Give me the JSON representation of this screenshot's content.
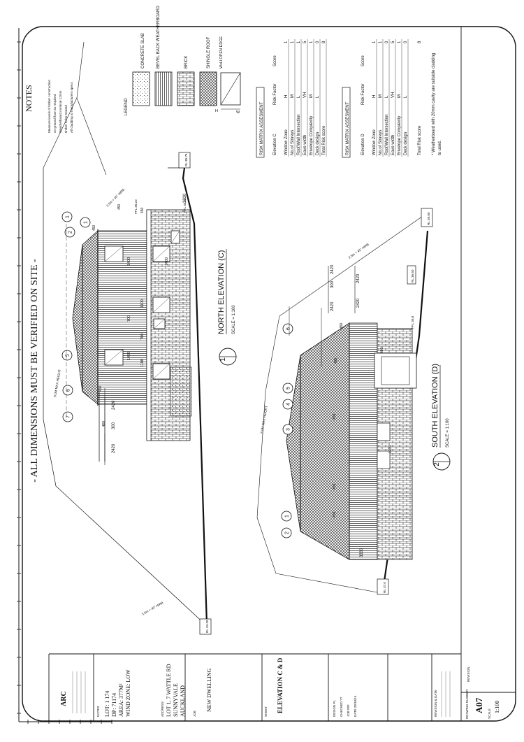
{
  "banner": "- ALL DIMENSIONS MUST BE VERIFIED ON SITE -",
  "notes": {
    "heading": "NOTES",
    "lines": [
      "Measure levels of timber construction",
      "on ground floor as required",
      "Weatherboard nominal 12mm",
      "timber to be treated",
      "All cladding to manufacturers specs"
    ]
  },
  "legend": {
    "heading": "LEGEND",
    "items": [
      {
        "label": "CONCRETE SLAB",
        "pattern": "dots"
      },
      {
        "label": "BEVEL BACK WEATHERBOARD",
        "pattern": "lines"
      },
      {
        "label": "BRICK",
        "pattern": "brick"
      },
      {
        "label": "SHINGLE ROOF",
        "pattern": "shingle"
      }
    ],
    "window_label": "WxH OPEN EDGE",
    "h_label": "H",
    "w_label": "W"
  },
  "risk_c": {
    "title": "RISK MATRIX ASSESMENT",
    "elevation": "Elevation  C",
    "col_factor": "Risk Factor",
    "col_score": "Score",
    "rows": [
      {
        "name": "Window Zone",
        "factor": "H",
        "score": "1"
      },
      {
        "name": "No.of Storeys",
        "factor": "M",
        "score": "1"
      },
      {
        "name": "Roof/Wall Intersection",
        "factor": "L",
        "score": "1"
      },
      {
        "name": "Eave width",
        "factor": "VH",
        "score": "5"
      },
      {
        "name": "Envelope Complexity",
        "factor": "M",
        "score": "1"
      },
      {
        "name": "Deck design",
        "factor": "L",
        "score": "0"
      },
      {
        "name": "Total Risk score",
        "factor": "",
        "score": "8"
      }
    ]
  },
  "risk_d": {
    "title": "RISK MATRIX ASSESMENT",
    "elevation": "Elevation  D",
    "col_factor": "Risk Factor",
    "col_score": "Score",
    "rows": [
      {
        "name": "Window Zone",
        "factor": "H",
        "score": "1"
      },
      {
        "name": "No.of Storeys",
        "factor": "M",
        "score": "1"
      },
      {
        "name": "Roof/Wall Intersection",
        "factor": "L",
        "score": "0"
      },
      {
        "name": "Eave width",
        "factor": "VH",
        "score": "5"
      },
      {
        "name": "Envelope Complexity",
        "factor": "M",
        "score": "1"
      },
      {
        "name": "Deck design",
        "factor": "L",
        "score": "0"
      }
    ],
    "total_label": "Total Risk score",
    "total_score": "8",
    "footnote1": "* Weatherboard  with 20mm  cavity are suitable cladding",
    "footnote2": "to used."
  },
  "north": {
    "number": "1",
    "title": "NORTH  ELEVATION (C)",
    "scale": "SCALE =   1:100",
    "max_height": "8.0M MAX HEIGHT",
    "dims_bottom": [
      "2420",
      "300",
      "2420"
    ],
    "dims_top": [
      "2420",
      "300",
      "2420"
    ],
    "dim_3330": "3330",
    "ffl_1": "FFL 36.22",
    "ffl_2": "FFL 34.50",
    "rl_top": "RL 38.75",
    "rl_bottom": "RL 34.20",
    "win_labels": [
      "1400",
      "700",
      "1400",
      "1100",
      "700",
      "1100",
      "1400"
    ],
    "eave": [
      "450",
      "450",
      "450",
      "450",
      "450"
    ],
    "angle": "3.5m + 45° HIRB",
    "angle2": "2.5m + 45° HIRB",
    "grids": [
      "1",
      "2",
      "1",
      "5",
      "6",
      "7"
    ]
  },
  "south": {
    "number": "2",
    "title": "SOUTH  ELEVATION (D)",
    "scale": "SCALE =   1:100",
    "max_height": "8.0M MAX HEIGHT",
    "dims": [
      "2420",
      "300",
      "2420"
    ],
    "dim_3330": "3330",
    "ffl": "FFL 35.8",
    "rl_1": "RL 39.00",
    "rl_2": "RL 36.50",
    "rl_3": "RL 37.0",
    "eave": [
      "450",
      "450",
      "450",
      "450",
      "450",
      "450"
    ],
    "angle": "2.5m + 45° HIRB",
    "grids": [
      "1",
      "2",
      "3",
      "4",
      "5",
      "6"
    ],
    "win_1200": "1200"
  },
  "title_block": {
    "lot_label": "NOTES",
    "lot": "LOT: 1 174",
    "dp": "DP: 71174",
    "area": "AREA: 377M²",
    "wind": "WIND ZONE: LOW",
    "address_label": "ADDRESS",
    "addr1": "LOT 1, 7 WATTLE RD",
    "addr2": "SUNNYVALE",
    "addr3": "AUCKLAND",
    "job_label": "JOB",
    "job": "NEW DWELLING",
    "sheet_label": "SHEET",
    "sheet": "ELEVATION C & D",
    "drawn": "DESIGN  PL",
    "checked": "CHECKED  ??",
    "job_no": "JOB  ###",
    "date": "DATE  28/10/14",
    "rev_label": "REVISION & DATE",
    "drawing_label": "DRAWING NUMBER",
    "drawing_no": "A07",
    "scale_label": "SCALE",
    "scale": "1:100",
    "revision_label": "REVISION",
    "firm": "ARC"
  }
}
